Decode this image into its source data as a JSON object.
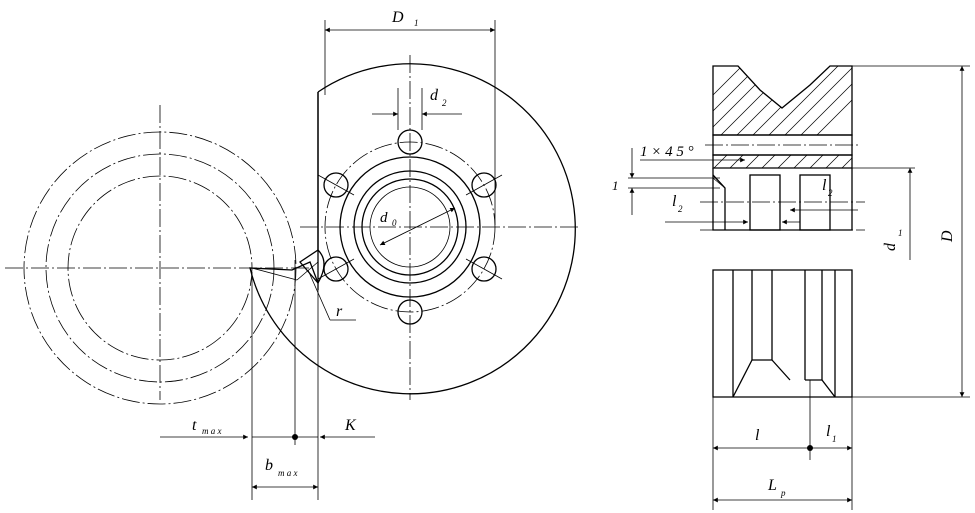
{
  "labels": {
    "D1_main": "D",
    "D1_sub": "1",
    "d2_main": "d",
    "d2_sub": "2",
    "d0_main": "d",
    "d0_sub": "0",
    "r": "r",
    "K": "K",
    "tmax_main": "t",
    "tmax_sub": "m a x",
    "bmax_main": "b",
    "bmax_sub": "m a x",
    "chamfer": "1 × 4 5 °",
    "one": "1",
    "l2a_main": "l",
    "l2a_sub": "2",
    "l2b_main": "l",
    "l2b_sub": "2",
    "d1_main": "d",
    "d1_sub": "1",
    "D": "D",
    "l": "l",
    "l1_main": "l",
    "l1_sub": "1",
    "Lp_main": "L",
    "Lp_sub": "p"
  }
}
